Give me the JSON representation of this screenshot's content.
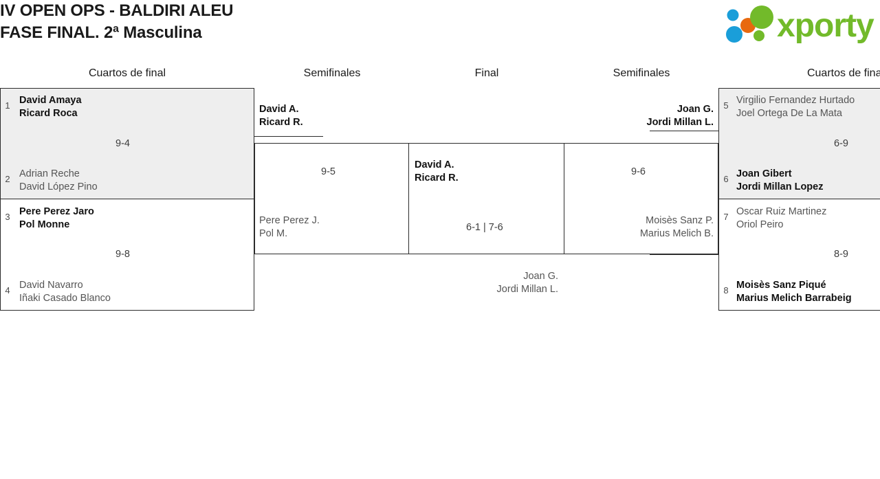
{
  "header": {
    "title_line1": "IV OPEN OPS - BALDIRI ALEU",
    "title_line2": "FASE FINAL. 2ª Masculina",
    "logo_text": "xporty",
    "logo_colors": {
      "green": "#72ba2a",
      "blue": "#1a9ed9",
      "orange": "#e8690f"
    }
  },
  "rounds": [
    {
      "label": "Cuartos de final"
    },
    {
      "label": "Semifinales"
    },
    {
      "label": "Final"
    },
    {
      "label": "Semifinales"
    },
    {
      "label": "Cuartos de final"
    }
  ],
  "bracket": {
    "left_quarterfinals": [
      {
        "score": "9-4",
        "top": {
          "seed": "1",
          "player1": "David Amaya",
          "player2": "Ricard Roca",
          "state": "winner"
        },
        "bottom": {
          "seed": "2",
          "player1": "Adrian Reche",
          "player2": "David López Pino",
          "state": "loser"
        }
      },
      {
        "score": "9-8",
        "top": {
          "seed": "3",
          "player1": "Pere Perez Jaro",
          "player2": "Pol Monne",
          "state": "winner"
        },
        "bottom": {
          "seed": "4",
          "player1": "David Navarro",
          "player2": "Iñaki Casado Blanco",
          "state": "loser"
        }
      }
    ],
    "left_semifinal": {
      "score": "9-5",
      "top": {
        "player1": "David A.",
        "player2": "Ricard R.",
        "state": "winner"
      },
      "bottom": {
        "player1": "Pere Perez J.",
        "player2": "Pol M.",
        "state": "loser"
      }
    },
    "final": {
      "score": "6-1 | 7-6",
      "top": {
        "player1": "David A.",
        "player2": "Ricard R.",
        "state": "winner"
      },
      "bottom": {
        "player1": "Joan G.",
        "player2": "Jordi Millan L.",
        "state": "loser"
      }
    },
    "right_semifinal": {
      "score": "9-6",
      "top": {
        "player1": "Joan G.",
        "player2": "Jordi Millan L.",
        "state": "winner"
      },
      "bottom": {
        "player1": "Moisès Sanz P.",
        "player2": "Marius Melich B.",
        "state": "loser"
      }
    },
    "right_quarterfinals": [
      {
        "score": "6-9",
        "top": {
          "seed": "5",
          "player1": "Virgilio Fernandez Hurtado",
          "player2": "Joel Ortega De La Mata",
          "state": "loser"
        },
        "bottom": {
          "seed": "6",
          "player1": "Joan Gibert",
          "player2": "Jordi Millan Lopez",
          "state": "winner"
        }
      },
      {
        "score": "8-9",
        "top": {
          "seed": "7",
          "player1": "Oscar Ruiz Martinez",
          "player2": "Oriol Peiro",
          "state": "loser"
        },
        "bottom": {
          "seed": "8",
          "player1": "Moisès Sanz Piqué",
          "player2": "Marius Melich Barrabeig",
          "state": "winner"
        }
      }
    ]
  }
}
